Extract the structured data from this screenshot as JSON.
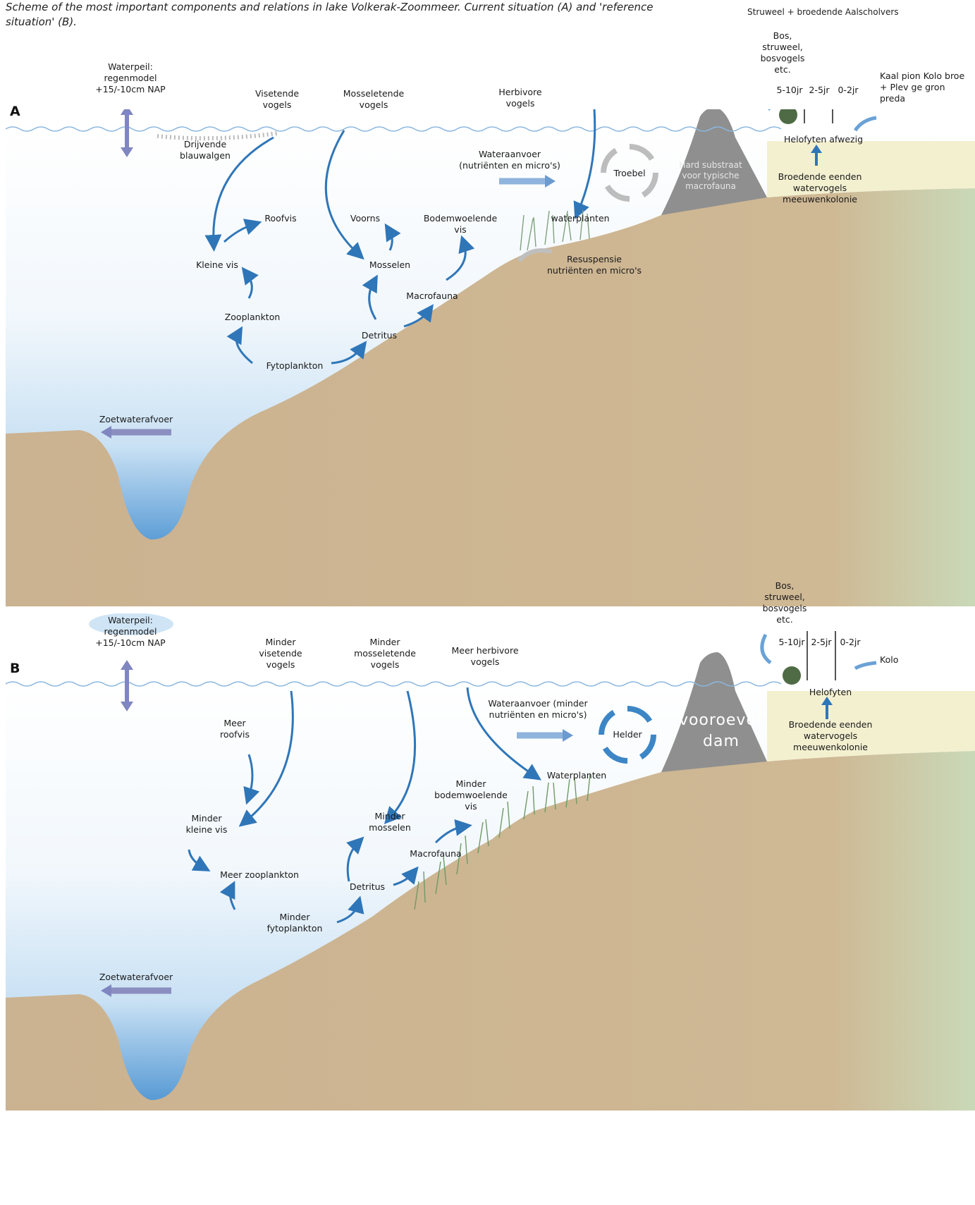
{
  "caption": "Scheme of the most important components and relations in lake Volkerak-Zoommeer. Current situation (A) and 'reference situation' (B).",
  "top_right_note": "Struweel + broedende Aalscholvers",
  "panel_a": {
    "letter": "A",
    "waterpeil": "Waterpeil: regenmodel +15/-10cm NAP",
    "drijvende": "Drijvende blauwalgen",
    "visetende": "Visetende vogels",
    "mosseletende": "Mosseletende vogels",
    "herbivore": "Herbivore vogels",
    "wateraanvoer": "Wateraanvoer (nutriënten en micro's)",
    "troebel": "Troebel",
    "hard_substraat": "Hard substraat voor typische macrofauna",
    "bos": "Bos, struweel, bosvogels etc.",
    "age_1": "5-10jr",
    "age_2": "2-5jr",
    "age_3": "0-2jr",
    "cut_right": "Kaal pion Kolo broe + Plev ge gron preda",
    "helofyten": "Helofyten afwezig",
    "broedende": "Broedende eenden watervogels meeuwenkolonie",
    "roofvis": "Roofvis",
    "voorns": "Voorns",
    "bodemwoelende": "Bodemwoelende vis",
    "waterplanten": "waterplanten",
    "kleine_vis": "Kleine vis",
    "mosselen": "Mosselen",
    "resuspensie": "Resuspensie nutriënten en micro's",
    "macrofauna": "Macrofauna",
    "zooplankton": "Zooplankton",
    "detritus": "Detritus",
    "fytoplankton": "Fytoplankton",
    "zoetwaterafvoer": "Zoetwaterafvoer"
  },
  "panel_b": {
    "letter": "B",
    "waterpeil": "Waterpeil: regenmodel +15/-10cm NAP",
    "minder_visetende": "Minder visetende vogels",
    "minder_mosseletende": "Minder mosseletende vogels",
    "meer_herbivore": "Meer herbivore vogels",
    "bos": "Bos, struweel, bosvogels etc.",
    "age_1": "5-10jr",
    "age_2": "2-5jr",
    "age_3": "0-2jr",
    "cut_right": "Kolo",
    "meer_roofvis": "Meer roofvis",
    "wateraanvoer": "Wateraanvoer (minder nutriënten en micro's)",
    "helder": "Helder",
    "vooroever": "vooroever dam",
    "helofyten": "Helofyten",
    "broedende": "Broedende eenden watervogels meeuwenkolonie",
    "waterplanten": "Waterplanten",
    "minder_bodemwoelende": "Minder bodemwoelende vis",
    "minder_kleine_vis": "Minder kleine vis",
    "minder_mosselen": "Minder mosselen",
    "macrofauna": "Macrofauna",
    "meer_zooplankton": "Meer zooplankton",
    "detritus": "Detritus",
    "minder_fytoplankton": "Minder fytoplankton",
    "zoetwaterafvoer": "Zoetwaterafvoer"
  },
  "colors": {
    "water_light": "#eef6fc",
    "water_deep": "#4f95d2",
    "sediment": "#ccb391",
    "dam": "#8f8f8f",
    "arrow_blue": "#2f76b8",
    "arrow_purple": "#8a8fbf"
  }
}
